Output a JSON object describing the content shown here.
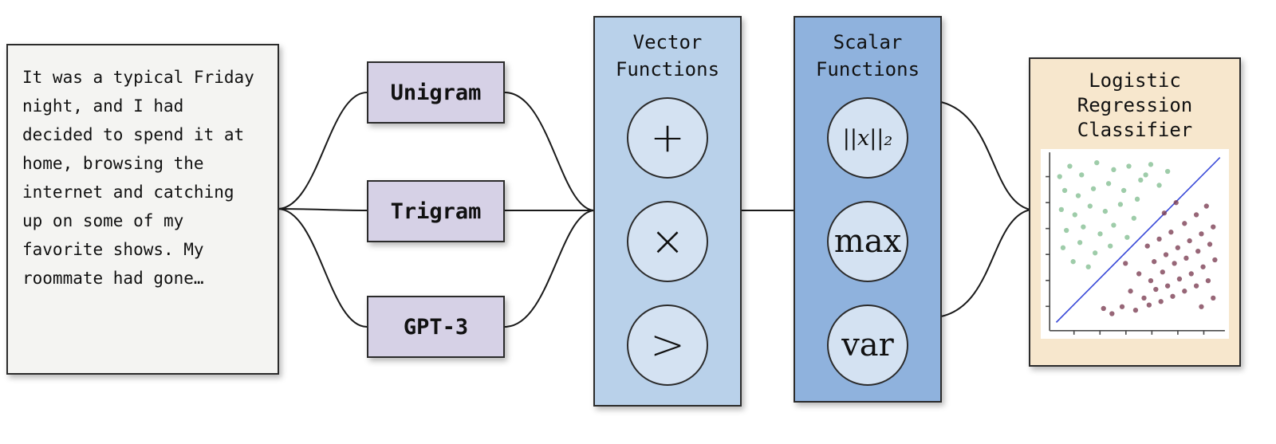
{
  "input_text": {
    "content": "It was a typical Friday night, and I had decided to spend it at home, browsing the internet and catching up on some of my favorite shows. My roommate had gone…"
  },
  "extractors": [
    {
      "label": "Unigram"
    },
    {
      "label": "Trigram"
    },
    {
      "label": "GPT-3"
    }
  ],
  "vector_functions": {
    "title": "Vector Functions",
    "ops": [
      "+",
      "×",
      ">"
    ]
  },
  "scalar_functions": {
    "title": "Scalar Functions",
    "ops": [
      "||x||₂",
      "max",
      "var"
    ]
  },
  "classifier": {
    "title": "Logistic Regression Classifier"
  },
  "colors": {
    "text_box_bg": "#f4f4f2",
    "ngram_bg": "#d6d1e6",
    "vector_box_bg": "#b9d1ea",
    "scalar_box_bg": "#8fb2dd",
    "circle_bg": "#d4e2f2",
    "classifier_bg": "#f7e7cd",
    "connector": "#1a1a1a"
  },
  "chart_data": {
    "type": "scatter",
    "title": "",
    "xlabel": "",
    "ylabel": "",
    "grid": false,
    "note": "Unlabeled illustrative scatter inside classifier node; coordinates in percent of plot area, y measured from top",
    "series": [
      {
        "name": "class-green",
        "color": "#86bf94",
        "points": [
          [
            4,
            14
          ],
          [
            10,
            8
          ],
          [
            17,
            13
          ],
          [
            26,
            6
          ],
          [
            36,
            10
          ],
          [
            45,
            8
          ],
          [
            55,
            13
          ],
          [
            63,
            19
          ],
          [
            7,
            22
          ],
          [
            15,
            25
          ],
          [
            24,
            21
          ],
          [
            33,
            18
          ],
          [
            42,
            22
          ],
          [
            50,
            27
          ],
          [
            5,
            33
          ],
          [
            13,
            36
          ],
          [
            22,
            31
          ],
          [
            31,
            34
          ],
          [
            40,
            30
          ],
          [
            48,
            38
          ],
          [
            8,
            45
          ],
          [
            18,
            43
          ],
          [
            28,
            47
          ],
          [
            36,
            42
          ],
          [
            6,
            55
          ],
          [
            16,
            52
          ],
          [
            25,
            58
          ],
          [
            34,
            54
          ],
          [
            12,
            63
          ],
          [
            21,
            66
          ],
          [
            58,
            7
          ],
          [
            68,
            11
          ],
          [
            44,
            49
          ],
          [
            52,
            16
          ]
        ]
      },
      {
        "name": "class-maroon",
        "color": "#7d4055",
        "points": [
          [
            56,
            54
          ],
          [
            63,
            50
          ],
          [
            70,
            46
          ],
          [
            78,
            41
          ],
          [
            85,
            36
          ],
          [
            91,
            31
          ],
          [
            60,
            63
          ],
          [
            67,
            59
          ],
          [
            74,
            55
          ],
          [
            81,
            51
          ],
          [
            88,
            47
          ],
          [
            95,
            43
          ],
          [
            51,
            70
          ],
          [
            58,
            74
          ],
          [
            65,
            69
          ],
          [
            72,
            64
          ],
          [
            79,
            61
          ],
          [
            86,
            57
          ],
          [
            93,
            53
          ],
          [
            46,
            80
          ],
          [
            54,
            84
          ],
          [
            61,
            79
          ],
          [
            68,
            77
          ],
          [
            75,
            73
          ],
          [
            82,
            70
          ],
          [
            89,
            66
          ],
          [
            96,
            62
          ],
          [
            41,
            89
          ],
          [
            49,
            91
          ],
          [
            57,
            88
          ],
          [
            64,
            86
          ],
          [
            71,
            83
          ],
          [
            78,
            80
          ],
          [
            85,
            77
          ],
          [
            92,
            74
          ],
          [
            35,
            93
          ],
          [
            88,
            89
          ],
          [
            95,
            84
          ],
          [
            66,
            35
          ],
          [
            73,
            29
          ],
          [
            43,
            64
          ],
          [
            30,
            90
          ]
        ]
      }
    ],
    "boundary_line": {
      "x1": 2,
      "y1": 98,
      "x2": 99,
      "y2": 3,
      "color": "#3b4bd8"
    }
  }
}
